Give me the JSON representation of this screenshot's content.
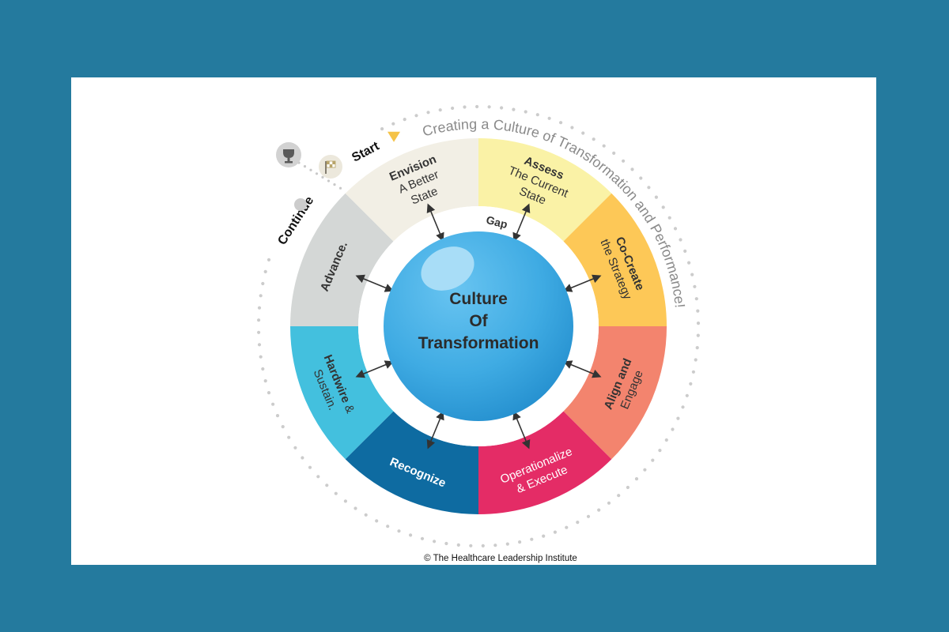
{
  "diagram": {
    "center_title": [
      "Culture",
      "Of",
      "Transformation"
    ],
    "arc_caption": "Creating a Culture of Transformation and Performance!",
    "start_label": "Start",
    "continue_label": "Continue",
    "gap_label": "Gap",
    "copyright": "© The Healthcare Leadership Institute",
    "icons": [
      "trophy-icon",
      "checkered-flag-icon"
    ],
    "segments": [
      {
        "id": "assess",
        "color": "#faf2a6",
        "text_color": "#333333",
        "title": "Assess",
        "lines": [
          "The Current",
          "State"
        ]
      },
      {
        "id": "co-create",
        "color": "#fdc857",
        "text_color": "#333333",
        "title": "Co-Create",
        "lines": [
          "the Strategy"
        ]
      },
      {
        "id": "align-engage",
        "color": "#f3846e",
        "text_color": "#333333",
        "title": "Align and",
        "lines": [
          "Engage"
        ]
      },
      {
        "id": "operationalize",
        "color": "#e42c66",
        "text_color": "#ffffff",
        "title": "",
        "lines": [
          "Operationalize",
          "& Execute"
        ]
      },
      {
        "id": "recognize",
        "color": "#0e6ba1",
        "text_color": "#ffffff",
        "title": "Recognize",
        "lines": []
      },
      {
        "id": "hardwire",
        "color": "#43c0de",
        "text_color": "#333333",
        "title": "Hardwire",
        "title_suffix": " &",
        "lines": [
          "Sustain."
        ]
      },
      {
        "id": "advance",
        "color": "#d4d7d6",
        "text_color": "#333333",
        "title": "Advance.",
        "lines": []
      },
      {
        "id": "envision",
        "color": "#f2efe5",
        "text_color": "#333333",
        "title": "Envision",
        "lines": [
          "A Better",
          "State"
        ]
      }
    ],
    "colors": {
      "background": "#247a9e",
      "panel": "#ffffff",
      "sphere": "#3ba9e3",
      "start_marker": "#f5c348",
      "dots": "#cccccc",
      "icon_disc": "#d2d2d2"
    }
  }
}
